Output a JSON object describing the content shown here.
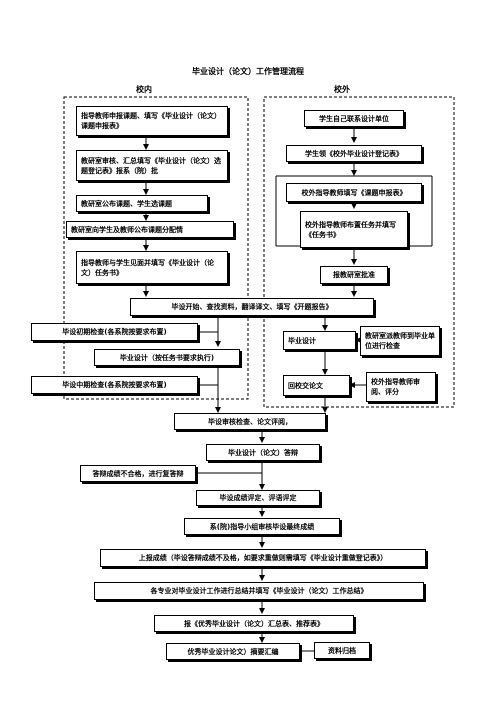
{
  "title": "毕业设计（论文）工作管理流程",
  "regions": {
    "inside": "校内",
    "outside": "校外"
  },
  "nodes": {
    "n1": "指导教师申报课题、填写《毕业设计（论文）课题申报表》",
    "n2": "教研室审核、汇总填写《毕业设计（论文）选题登记表》报系（院）批",
    "n3": "教研室公布课题、学生选课题",
    "n4": "教研室向学生及教师公布课题分配情",
    "n5": "指导教师与学生见面并填写《毕业设计（论文）任务书》",
    "o1": "学生自己联系设计单位",
    "o2": "学生领《校外毕业设计登记表》",
    "o3": "校外指导教师填写《课题申报表》",
    "o4": "校外指导教师布置任务并填写《任务书》",
    "o5": "报教研室批准",
    "m1": "毕设开始、查找资料，翻译译文、填写《开题报告》",
    "m2": "毕设初期检查(各系院按要求布置)",
    "m3": "毕业设计（按任务书要求执行)",
    "m4": "毕设中期检查(各系院按要求布置)",
    "r1": "毕业设计",
    "r2": "教研室派教师到毕业单位进行检查",
    "r3": "回校交论文",
    "r4": "校外指导教师审阅、评分",
    "s1": "毕设审核检查、论文评阅，",
    "s2": "毕业设计（论文）答辩",
    "s3": "答辩成绩不合格，进行复答辩",
    "s4": "毕设成绩评定、评语评定",
    "s5": "系(院)指导小组审核毕设最终成绩",
    "s6": "上报成绩（毕设答辩成绩不及格，如要求重做则需填写《毕业设计重做登记表》）",
    "s7": "各专业对毕业设计工作进行总结并填写《毕业设计（论文）工作总结》",
    "s8": "报《优秀毕业设计（论文）汇总表、推荐表》",
    "s9": "优秀毕业设计论文）摘要汇编",
    "s10": "资料归档"
  }
}
